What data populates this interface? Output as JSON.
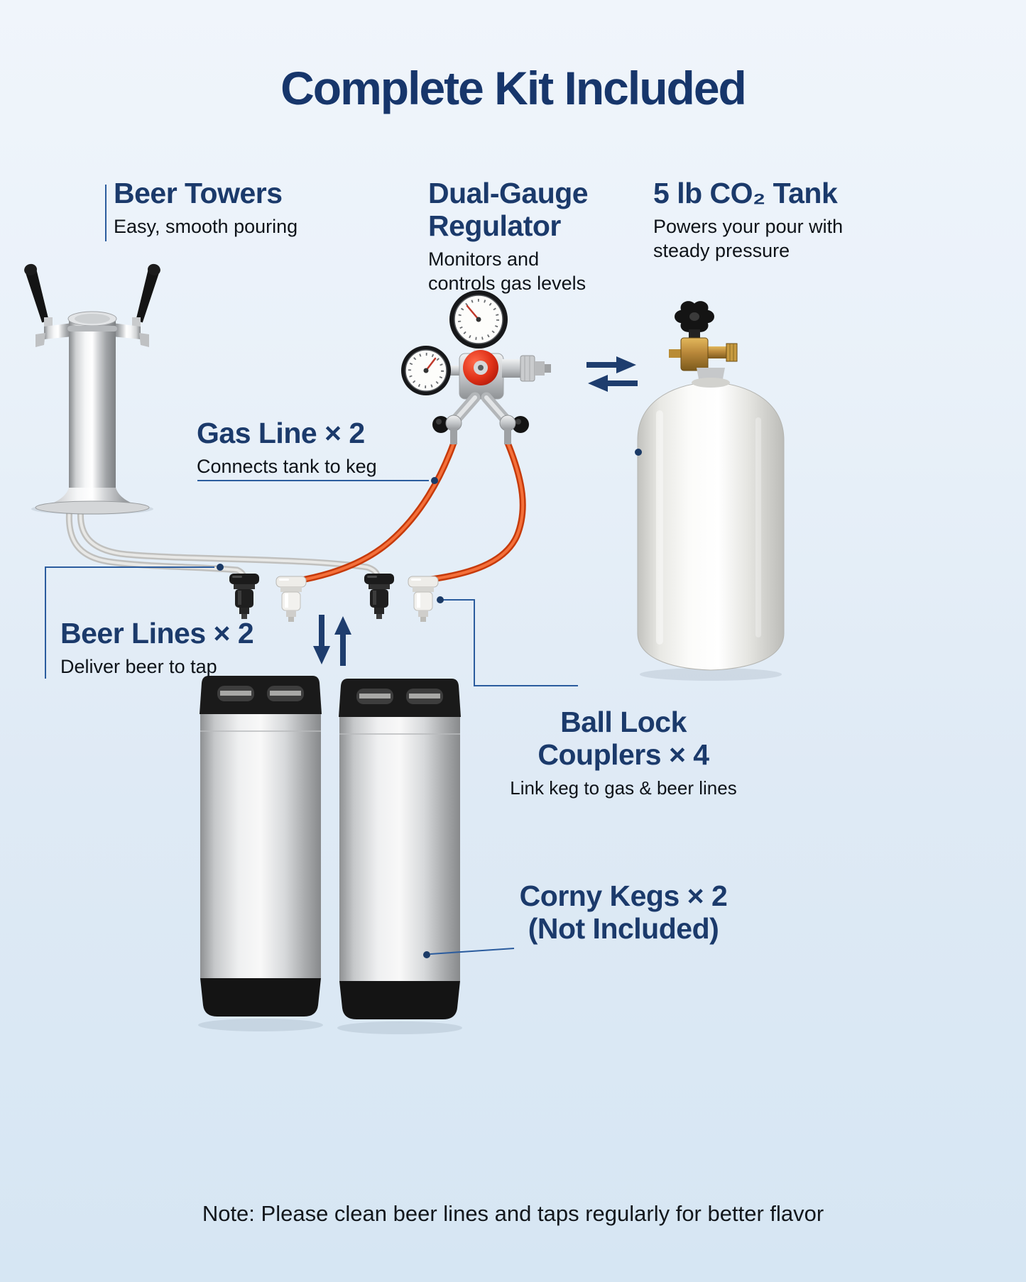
{
  "page": {
    "title": "Complete Kit Included",
    "note": "Note: Please clean beer lines and taps regularly for better flavor"
  },
  "components": {
    "beer_towers": {
      "title": "Beer Towers",
      "subtitle": "Easy, smooth pouring"
    },
    "regulator": {
      "title": "Dual-Gauge Regulator",
      "subtitle": "Monitors and controls gas levels"
    },
    "co2_tank": {
      "title": "5 lb CO₂ Tank",
      "subtitle": "Powers your pour with steady pressure"
    },
    "gas_line": {
      "title": "Gas Line × 2",
      "subtitle": "Connects tank to keg"
    },
    "beer_lines": {
      "title": "Beer Lines × 2",
      "subtitle": "Deliver beer to tap"
    },
    "ball_lock_couplers": {
      "title": "Ball Lock Couplers × 4",
      "subtitle": "Link keg to gas & beer lines"
    },
    "corny_kegs": {
      "title": "Corny Kegs × 2 (Not Included)"
    }
  },
  "colors": {
    "heading": "#1b3a6b",
    "body_text": "#0e1319",
    "gas_line": "#e2450f",
    "beer_line": "#d6d6d4",
    "leader_line": "#2b5c9e",
    "arrow": "#1e3d6e",
    "background_top": "#f0f5fb",
    "background_bottom": "#d6e6f3"
  }
}
